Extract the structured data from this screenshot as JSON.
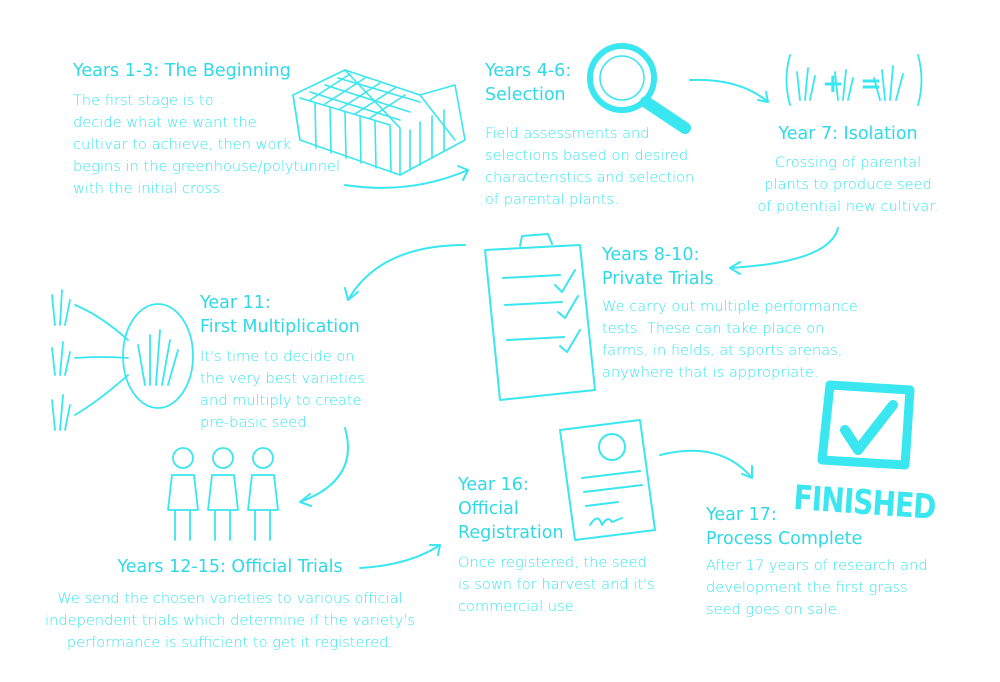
{
  "accent_color": "#3ae6ef",
  "stages": [
    {
      "heading": [
        "Years 1-3: The Beginning"
      ],
      "body": [
        "The first stage is to",
        "decide what we want the",
        "cultivar to achieve, then work",
        "begins in the greenhouse/polytunnel",
        "with the initial cross."
      ],
      "icon": "greenhouse-icon"
    },
    {
      "heading": [
        "Years 4-6:",
        "Selection"
      ],
      "body": [
        "Field assessments and",
        "selections based on desired",
        "characteristics and selection",
        "of parental plants."
      ],
      "icon": "magnifying-glass-icon"
    },
    {
      "heading": [
        "Year 7: Isolation"
      ],
      "body": [
        "Crossing of parental",
        "plants to produce seed",
        "of potential new cultivar."
      ],
      "icon": "grass-cross-equation-icon"
    },
    {
      "heading": [
        "Years 8-10:",
        "Private Trials"
      ],
      "body": [
        "We carry out multiple performance",
        "tests. These can take place on",
        "farms, in fields, at sports arenas,",
        "anywhere that is appropriate."
      ],
      "icon": "clipboard-checklist-icon"
    },
    {
      "heading": [
        "Year 11:",
        "First Multiplication"
      ],
      "body": [
        "It's time to decide on",
        "the very best varieties",
        "and multiply to create",
        "pre-basic seed."
      ],
      "icon": "grass-multiplication-icon"
    },
    {
      "heading": [
        "Years 12-15: Official Trials"
      ],
      "body": [
        "We send the chosen varieties to various official",
        "independent trials which determine if the variety's",
        "performance is sufficient to get it registered."
      ],
      "icon": "scientists-icon"
    },
    {
      "heading": [
        "Year 16:",
        "Official",
        "Registration"
      ],
      "body": [
        "Once registered, the seed",
        "is sown for harvest and it's",
        "commercial use."
      ],
      "icon": "certificate-icon"
    },
    {
      "heading": [
        "Year 17:",
        "Process Complete"
      ],
      "body": [
        "After 17 years of research and",
        "development the first grass",
        "seed goes on sale."
      ],
      "icon": "finished-stamp-icon"
    }
  ],
  "stamp_text": "FINISHED",
  "equation_symbols": [
    "+",
    "="
  ]
}
